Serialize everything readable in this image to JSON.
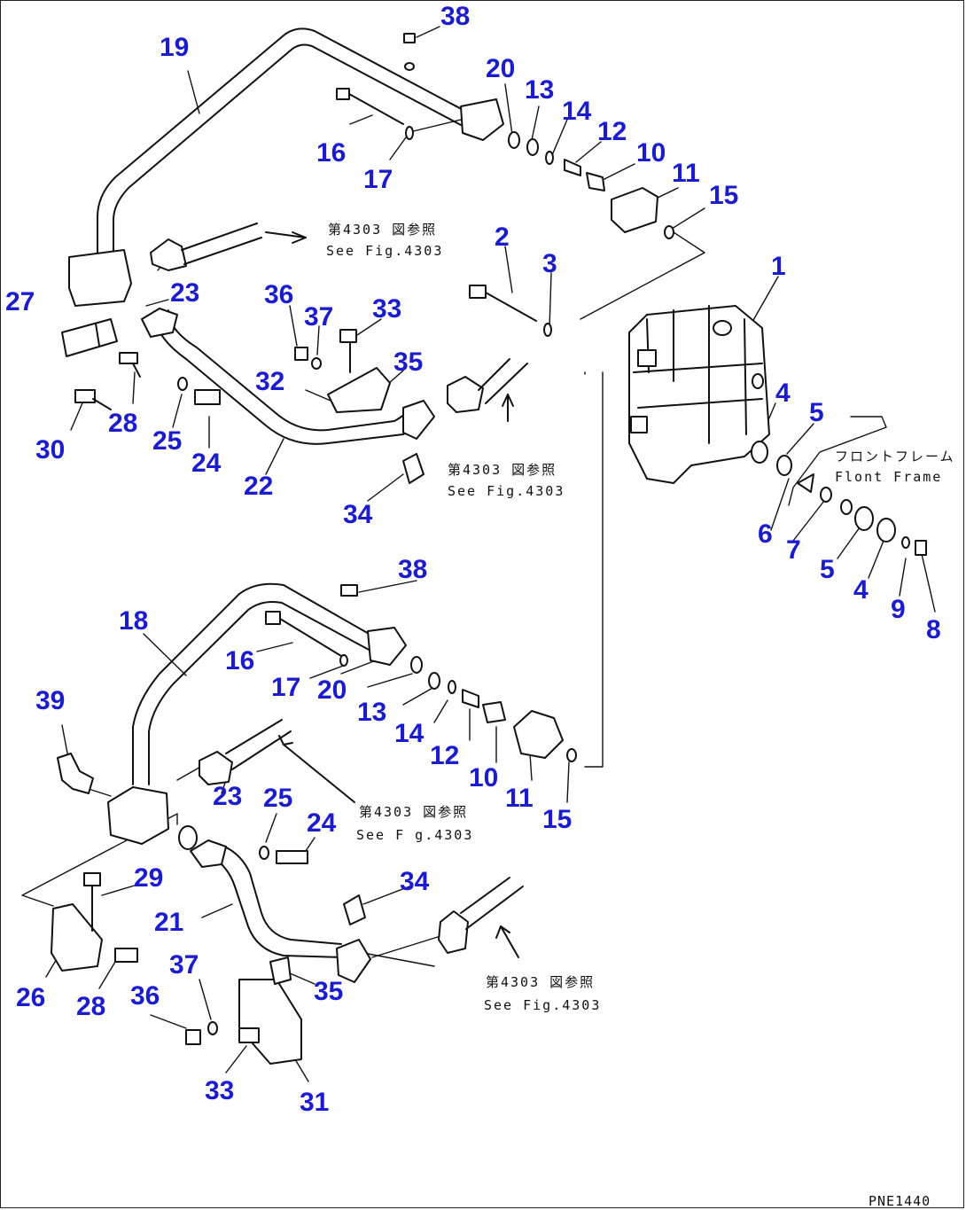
{
  "diagram": {
    "drawing_code": "PNE1440",
    "callouts": [
      {
        "label": "38"
      },
      {
        "label": "19"
      },
      {
        "label": "20"
      },
      {
        "label": "13"
      },
      {
        "label": "14"
      },
      {
        "label": "12"
      },
      {
        "label": "10"
      },
      {
        "label": "11"
      },
      {
        "label": "15"
      },
      {
        "label": "16"
      },
      {
        "label": "17"
      },
      {
        "label": "2"
      },
      {
        "label": "3"
      },
      {
        "label": "1"
      },
      {
        "label": "27"
      },
      {
        "label": "23"
      },
      {
        "label": "36"
      },
      {
        "label": "37"
      },
      {
        "label": "33"
      },
      {
        "label": "32"
      },
      {
        "label": "35"
      },
      {
        "label": "4"
      },
      {
        "label": "5"
      },
      {
        "label": "28"
      },
      {
        "label": "30"
      },
      {
        "label": "25"
      },
      {
        "label": "24"
      },
      {
        "label": "22"
      },
      {
        "label": "34"
      },
      {
        "label": "6"
      },
      {
        "label": "7"
      },
      {
        "label": "5"
      },
      {
        "label": "4"
      },
      {
        "label": "9"
      },
      {
        "label": "8"
      },
      {
        "label": "38"
      },
      {
        "label": "18"
      },
      {
        "label": "16"
      },
      {
        "label": "17"
      },
      {
        "label": "20"
      },
      {
        "label": "13"
      },
      {
        "label": "14"
      },
      {
        "label": "12"
      },
      {
        "label": "10"
      },
      {
        "label": "11"
      },
      {
        "label": "15"
      },
      {
        "label": "39"
      },
      {
        "label": "23"
      },
      {
        "label": "25"
      },
      {
        "label": "24"
      },
      {
        "label": "29"
      },
      {
        "label": "34"
      },
      {
        "label": "21"
      },
      {
        "label": "26"
      },
      {
        "label": "28"
      },
      {
        "label": "37"
      },
      {
        "label": "36"
      },
      {
        "label": "35"
      },
      {
        "label": "33"
      },
      {
        "label": "31"
      }
    ],
    "references": [
      {
        "jp": "第4303 図参照",
        "en": "See Fig.4303"
      },
      {
        "jp": "第4303 図参照",
        "en": "See Fig.4303"
      },
      {
        "jp": "第4303 図参照",
        "en": "See F g.4303"
      },
      {
        "jp": "第4303 図参照",
        "en": "See Fig.4303"
      }
    ],
    "frame_label": {
      "jp": "フロントフレーム",
      "en": "Flont Frame"
    }
  }
}
